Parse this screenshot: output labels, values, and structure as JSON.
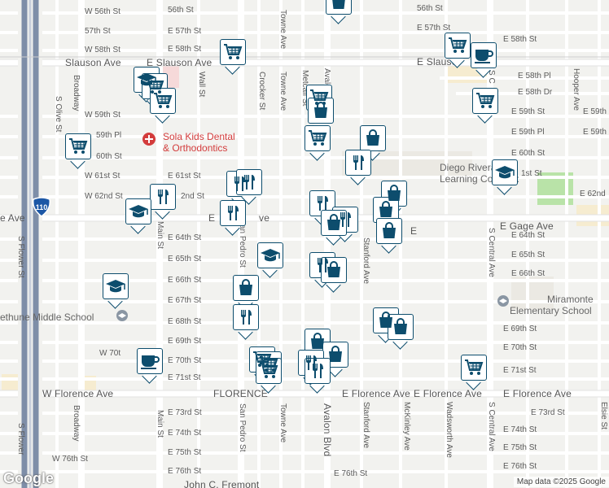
{
  "attribution": "Map data ©2025 Google",
  "logo": "Google",
  "pois": {
    "diego": "Diego Rivera\nLearning Complex",
    "diego_line1": "Diego Rivera",
    "diego_line2": "Learning Complex",
    "miramonte_line1": "Miramonte",
    "miramonte_line2": "Elementary School",
    "bethune": "ethune Middle School",
    "sola_line1": "Sola Kids Dental",
    "sola_line2": "& Orthodontics"
  },
  "highway_shield": "110",
  "streets": {
    "w56": "W 56th St",
    "e56a": "56th St",
    "e56b": "56th St",
    "w57": "57th St",
    "e57": "E 57th St",
    "e57b": "E 57th St",
    "w58": "W 58th St",
    "e58": "E 58th St",
    "e58b": "E 58th St",
    "slauson_w": "Slauson Ave",
    "slauson_e": "E Slauson Ave",
    "slauson_e2": "E Slauso",
    "e58pl": "E 58th Pl",
    "e58dr": "E 58th Dr",
    "w59": "W 59th St",
    "e59": "E 59th St",
    "e59b": "E 59th",
    "e59c": "E 59th St",
    "w59pl": "59th Pl",
    "e59pl": "E 59th Pl",
    "e59pl2": "E 59th",
    "w60": "60th St",
    "e60": "E 60th St",
    "w61": "W 61st St",
    "e61": "E 61st St",
    "e61b": "1st St",
    "w62": "W 62nd St",
    "e62": "2nd St",
    "e62b": "E 62nd",
    "gage_w": "e Ave",
    "gage_m": "E",
    "gage_m2": "ve",
    "gage_e": "E Gage Ave",
    "gage_e2": "E",
    "e64": "E 64th St",
    "e64b": "E 64th St",
    "e65": "E 65th St",
    "e65b": "E 65th St",
    "e66": "E 66th St",
    "e66b": "E 66th St",
    "e67": "E 67th St",
    "e68": "E 68th St",
    "e69": "E 69th St",
    "e69b": "E 69th St",
    "w70": "W 70t",
    "e70": "E 70th St",
    "e70b": "E 70th St",
    "e71": "E 71st St",
    "e71b": "E 71st St",
    "florence_w": "W Florence Ave",
    "florence_m": "FLORENCE",
    "florence_e": "E Florence Ave",
    "florence_e2": "E Florence Ave",
    "florence_e3": "E Florence Ave",
    "e73": "E 73rd St",
    "e73b": "E 73rd St",
    "e74": "E 74th St",
    "e74b": "E 74th St",
    "e75": "E 75th St",
    "e75b": "E 75th St",
    "e76": "E 76th St",
    "e76b": "E 76th St",
    "e76c": "E 76th St",
    "w76": "W 76th St",
    "fremont": "John C. Fremont",
    "olive": "S Olive St",
    "flower": "S Flower St",
    "flower2": "S Flower",
    "broadway": "Broadway",
    "broadway2": "Broadway",
    "main": "Main St",
    "main2": "Main St",
    "wall": "Wall St",
    "crocker": "Crocker St",
    "towne": "Towne Ave",
    "towne2": "Towne Ave",
    "metcalf": "Metcalf St",
    "avalon": "Avalon Blvd",
    "avalon_top": "Avalo",
    "sanpedro": "San Pedro St",
    "sanpedro2": "an Pedro St",
    "stanford": "Stanford Ave",
    "stanford2": "Stanford Ave",
    "mckinley": "McKinley Ave",
    "wadsworth": "Wadsworth Ave",
    "central": "S Central Ave",
    "central2": "S Central Ave",
    "central_top": "S C",
    "hooper": "Hooper Ave",
    "elsie": "Elsie St",
    "e73c": "E 73rd"
  },
  "markers": [
    {
      "type": "shopping-bag",
      "name": "bag"
    },
    {
      "type": "shopping-cart",
      "name": "cart"
    },
    {
      "type": "restaurant",
      "name": "fork-knife"
    },
    {
      "type": "school",
      "name": "grad-cap"
    },
    {
      "type": "cafe",
      "name": "coffee-cup"
    }
  ],
  "colors": {
    "background": "#f2f2ef",
    "road": "#ffffff",
    "freeway": "#7e8ea8",
    "marker_icon": "#0d4d6d",
    "park": "#b9e3a8",
    "school_area": "#f6ecd0",
    "sola_text": "#d33c3c"
  }
}
